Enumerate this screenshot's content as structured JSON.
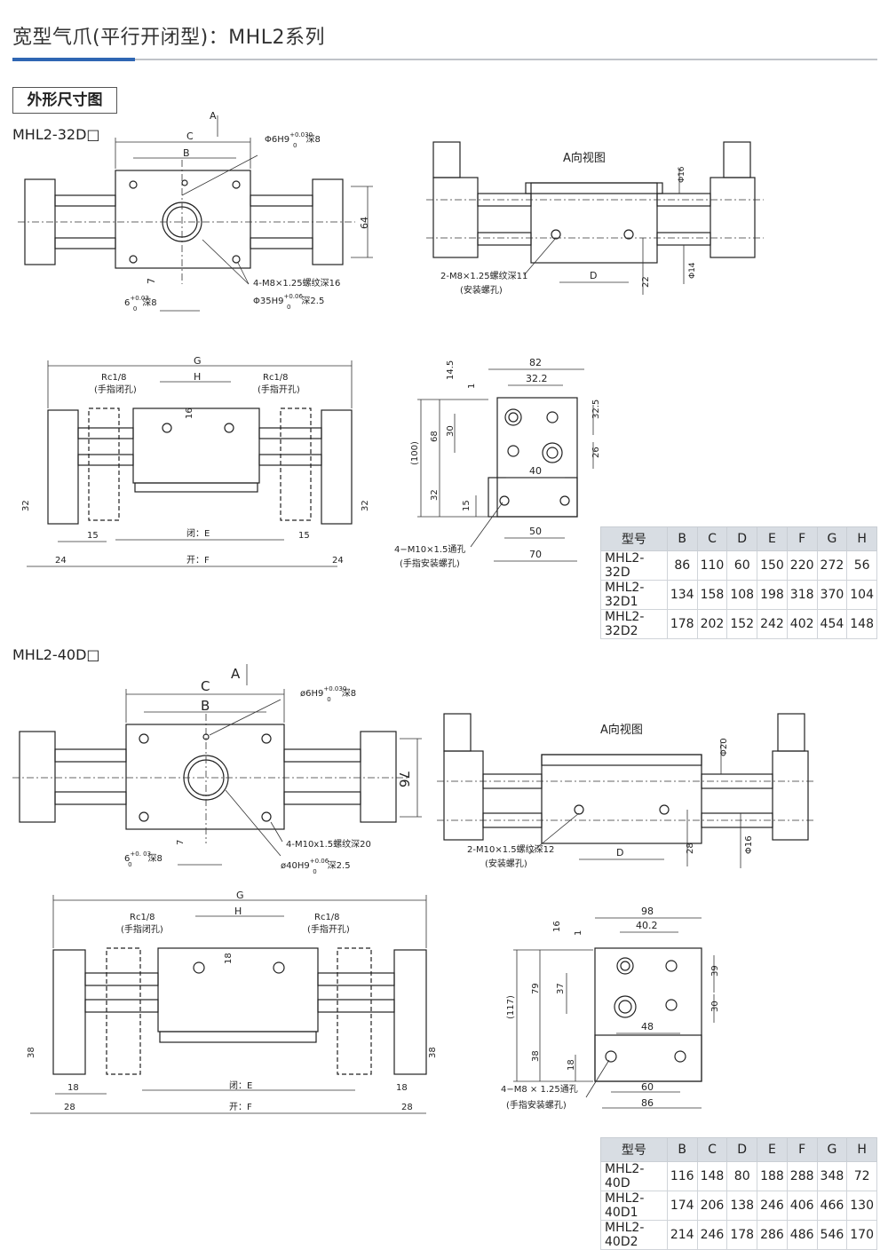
{
  "title": "宽型气爪(平行开闭型)：MHL2系列",
  "section": "外形尺寸图",
  "s32": {
    "model": "MHL2-32D□",
    "arrow_a": "A",
    "view_title": "A向视图",
    "dim_c": "C",
    "dim_b": "B",
    "dim_d": "D",
    "dim_g": "G",
    "dim_h": "H",
    "dim_64": "64",
    "dim_7": "7",
    "dim_22": "22",
    "phi6": "Φ6H9",
    "phi6_tol": "+0.030",
    "phi6_tol2": "0",
    "phi6_depth": "深8",
    "m8": "4-M8×1.25螺纹深16",
    "phi35": "Φ35H9",
    "phi35_tol": "+0.06",
    "phi35_tol2": "0",
    "phi35_depth": "深2.5",
    "six": "6",
    "six_tol": "+0.03",
    "six_tol2": "0",
    "six_depth": "深8",
    "phi16": "Φ16",
    "phi14": "Φ14",
    "m8b": "2-M8×1.25螺纹深11",
    "install": "(安装螺孔)",
    "rc_l": "Rc1/8",
    "rc_l_note": "(手指闭孔)",
    "rc_r": "Rc1/8",
    "rc_r_note": "(手指开孔)",
    "d16": "16",
    "d32l": "32",
    "d32r": "32",
    "d15l": "15",
    "d15r": "15",
    "d24l": "24",
    "d24r": "24",
    "close_e": "闭：E",
    "open_f": "开：F",
    "d82": "82",
    "d322": "32.2",
    "d145": "14.5",
    "d1": "1",
    "d68": "68",
    "d30": "30",
    "d100": "(100)",
    "d32b": "32",
    "d15b": "15",
    "d325": "32.5",
    "d26": "26",
    "d40": "40",
    "d50": "50",
    "d70": "70",
    "m10": "4−M10×1.5通孔",
    "finger": "(手指安装螺孔)"
  },
  "s40": {
    "model": "MHL2-40D□",
    "arrow_a": "A",
    "view_title": "A向视图",
    "dim_c": "C",
    "dim_b": "B",
    "dim_d": "D",
    "dim_g": "G",
    "dim_h": "H",
    "dim_76": "76",
    "dim_7": "7",
    "dim_28": "28",
    "phi6": "ø6H9",
    "phi6_tol": "+0.030",
    "phi6_tol2": "0",
    "phi6_depth": "深8",
    "m10": "4-M10x1.5螺纹深20",
    "phi40": "ø40H9",
    "phi40_tol": "+0.06",
    "phi40_tol2": "0",
    "phi40_depth": "深2.5",
    "six": "6",
    "six_tol": "+0. 03",
    "six_tol2": "0",
    "six_depth": "深8",
    "phi20": "Φ20",
    "phi16": "Φ16",
    "m10b": "2-M10×1.5螺纹深12",
    "install": "(安装螺孔)",
    "rc_l": "Rc1/8",
    "rc_l_note": "(手指闭孔)",
    "rc_r": "Rc1/8",
    "rc_r_note": "(手指开孔)",
    "d18": "18",
    "d38l": "38",
    "d38r": "38",
    "d18l": "18",
    "d18r": "18",
    "d28l": "28",
    "d28r": "28",
    "close_e": "闭：E",
    "open_f": "开：F",
    "d98": "98",
    "d402": "40.2",
    "d16": "16",
    "d1": "1",
    "d79": "79",
    "d37": "37",
    "d117": "(117)",
    "d38b": "38",
    "d18b": "18",
    "d39": "39",
    "d30": "30",
    "d48": "48",
    "d60": "60",
    "d86": "86",
    "m8": "4−M8 × 1.25通孔",
    "finger": "(手指安装螺孔)"
  },
  "table32": {
    "headers": [
      "型号",
      "B",
      "C",
      "D",
      "E",
      "F",
      "G",
      "H"
    ],
    "rows": [
      [
        "MHL2-32D",
        "86",
        "110",
        "60",
        "150",
        "220",
        "272",
        "56"
      ],
      [
        "MHL2-32D1",
        "134",
        "158",
        "108",
        "198",
        "318",
        "370",
        "104"
      ],
      [
        "MHL2-32D2",
        "178",
        "202",
        "152",
        "242",
        "402",
        "454",
        "148"
      ]
    ]
  },
  "table40": {
    "headers": [
      "型号",
      "B",
      "C",
      "D",
      "E",
      "F",
      "G",
      "H"
    ],
    "rows": [
      [
        "MHL2-40D",
        "116",
        "148",
        "80",
        "188",
        "288",
        "348",
        "72"
      ],
      [
        "MHL2-40D1",
        "174",
        "206",
        "138",
        "246",
        "406",
        "466",
        "130"
      ],
      [
        "MHL2-40D2",
        "214",
        "246",
        "178",
        "286",
        "486",
        "546",
        "170"
      ]
    ]
  }
}
